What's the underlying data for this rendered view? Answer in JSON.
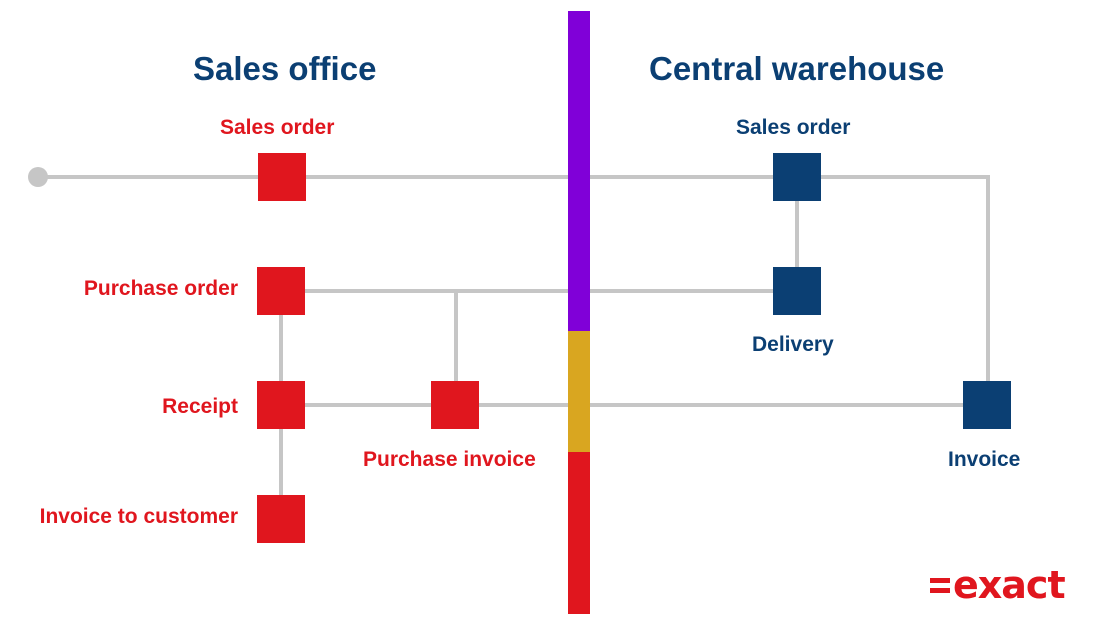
{
  "headings": {
    "left": "Sales office",
    "right": "Central warehouse"
  },
  "sales_office": {
    "sales_order": "Sales order",
    "purchase_order": "Purchase order",
    "receipt": "Receipt",
    "invoice_to_customer": "Invoice to customer",
    "purchase_invoice": "Purchase invoice"
  },
  "central_warehouse": {
    "sales_order": "Sales order",
    "delivery": "Delivery",
    "invoice": "Invoice"
  },
  "colors": {
    "sales_office": "#e0161e",
    "central_warehouse": "#0b3f73",
    "connector": "#c6c6c6",
    "divider_segments": [
      "#8000d8",
      "#d9a620",
      "#e0161e"
    ]
  },
  "logo": {
    "text": "exact"
  }
}
